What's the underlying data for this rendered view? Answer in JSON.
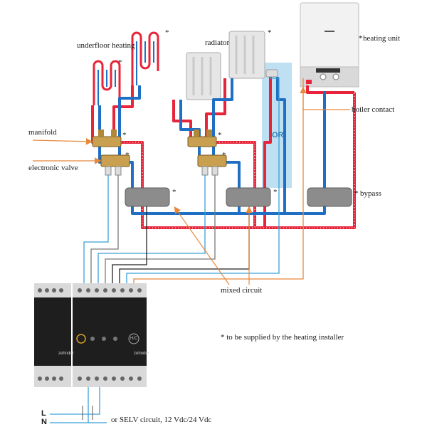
{
  "labels": {
    "heating_unit": "heating unit",
    "underfloor_heating": "underfloor heating",
    "radiator": "radiator",
    "manifold": "manifold",
    "electronic_valve": "electronic valve",
    "or": "OR",
    "boiler_contact": "boiler contact",
    "bypass": "bypass",
    "mixed_circuit": "mixed circuit",
    "footnote": "* to be supplied by the heating installer",
    "selv": "or SELV circuit, 12 Vdc/24 Vdc",
    "phase": "L",
    "neutral": "N",
    "asterisk": "*"
  },
  "controller": {
    "brand_left": "zehnder",
    "brand_right": "zehnder",
    "screen_label": "H/C"
  },
  "colors": {
    "hot_pipe": "#e8243a",
    "cold_pipe": "#1f6fc4",
    "wire_gray": "#7a7a7a",
    "wire_black": "#222222",
    "wire_blue": "#3aa0d8",
    "boiler_wire": "#e8883a",
    "arrow": "#e8883a",
    "or_zone": "#bfe0f3",
    "device_dark": "#1e1e1e",
    "pump_gray": "#8c8c8c",
    "brass": "#c8a050"
  }
}
